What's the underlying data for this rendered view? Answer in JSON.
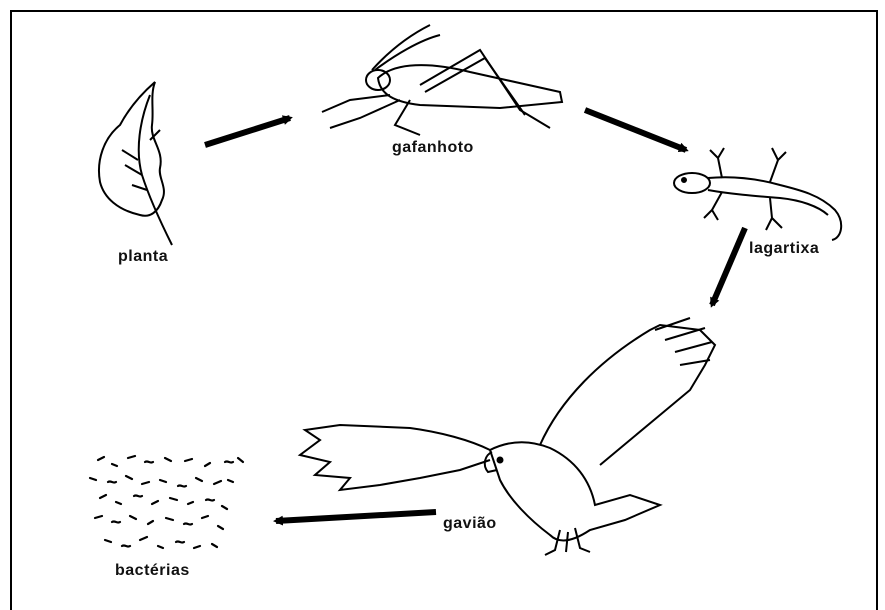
{
  "diagram": {
    "labels": {
      "plant": "planta",
      "grasshopper": "gafanhoto",
      "lizard": "lagartixa",
      "hawk": "gavião",
      "bacteria": "bactérias"
    }
  }
}
